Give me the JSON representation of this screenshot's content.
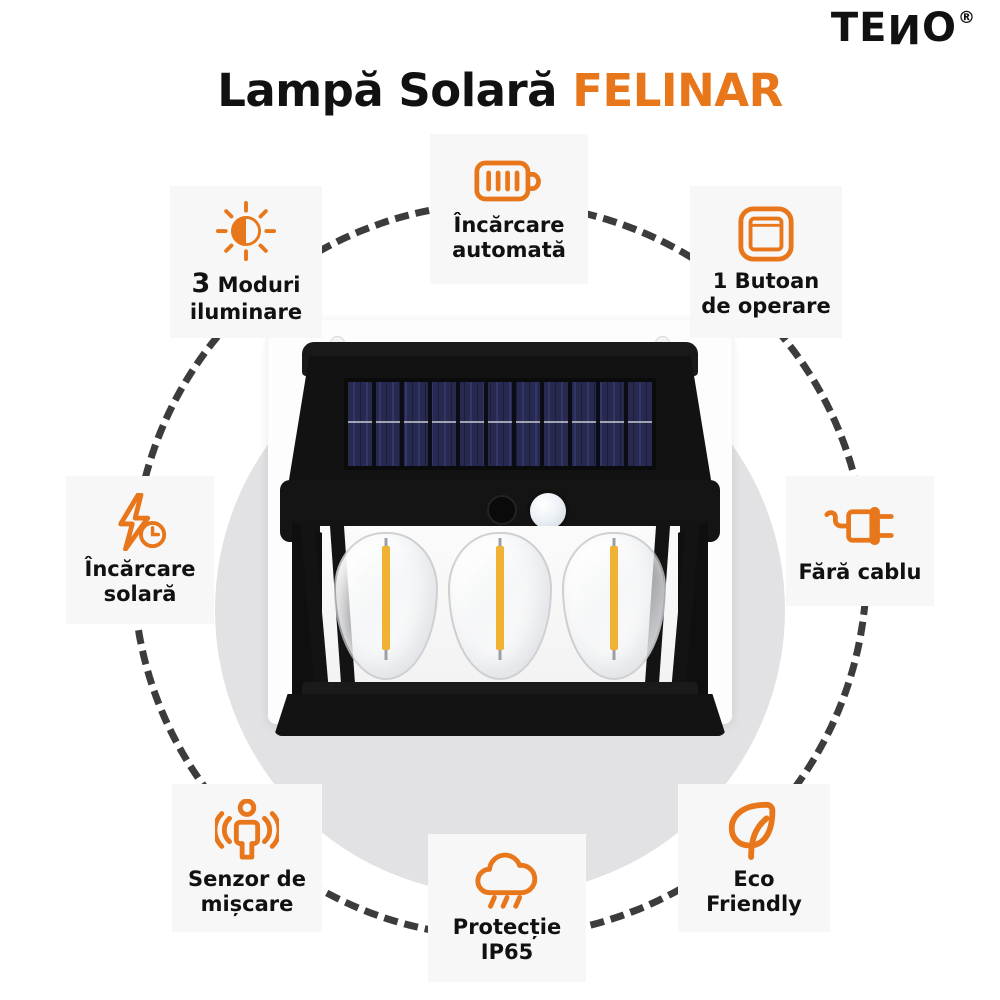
{
  "brand": {
    "name_part1": "TE",
    "name_flipped": "N",
    "name_part2": "O",
    "registered": "®",
    "logo_icon": "teno-logo"
  },
  "header": {
    "title_black": "Lampă Solară",
    "title_accent": "FELINAR",
    "accent_color": "#E8761A",
    "text_color": "#111111"
  },
  "theme": {
    "accent": "#E8761A",
    "badge_bg": "#F7F7F7",
    "ring_color": "#3C3C3C",
    "disc_color": "#E2E2E4",
    "page_bg": "#FFFFFF"
  },
  "product": {
    "name": "solar-wall-lamp",
    "solar_panel_color": "#272A4E",
    "housing_color": "#131313",
    "filament_color": "#F0B233",
    "bulb_count": 3,
    "solar_cell_count": 11
  },
  "features": [
    {
      "id": "modes",
      "icon": "brightness-sun-icon",
      "label": "3 Moduri\niluminare",
      "label_lead": "3",
      "label_rest": " Moduri\niluminare"
    },
    {
      "id": "auto-charge",
      "icon": "battery-icon",
      "label": "Încărcare\nautomată"
    },
    {
      "id": "one-button",
      "icon": "switch-button-icon",
      "label": "1 Butoan\nde operare"
    },
    {
      "id": "solar-charge",
      "icon": "lightning-clock-icon",
      "label": "Încărcare\nsolară"
    },
    {
      "id": "no-cable",
      "icon": "unplugged-plug-icon",
      "label": "Fără cablu"
    },
    {
      "id": "motion-sensor",
      "icon": "motion-sensor-icon",
      "label": "Senzor de\nmișcare"
    },
    {
      "id": "ip65",
      "icon": "rain-cloud-icon",
      "label": "Protecție\nIP65"
    },
    {
      "id": "eco",
      "icon": "leaf-icon",
      "label": "Eco\nFriendly"
    }
  ]
}
